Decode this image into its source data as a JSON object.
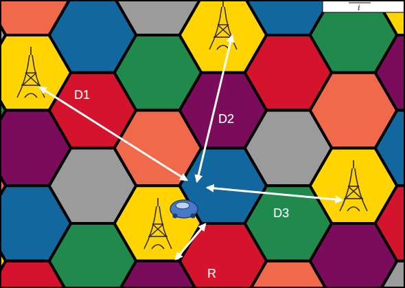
{
  "diagram": {
    "labels": [
      "D1",
      "D2",
      "D3",
      "R",
      "i"
    ]
  }
}
